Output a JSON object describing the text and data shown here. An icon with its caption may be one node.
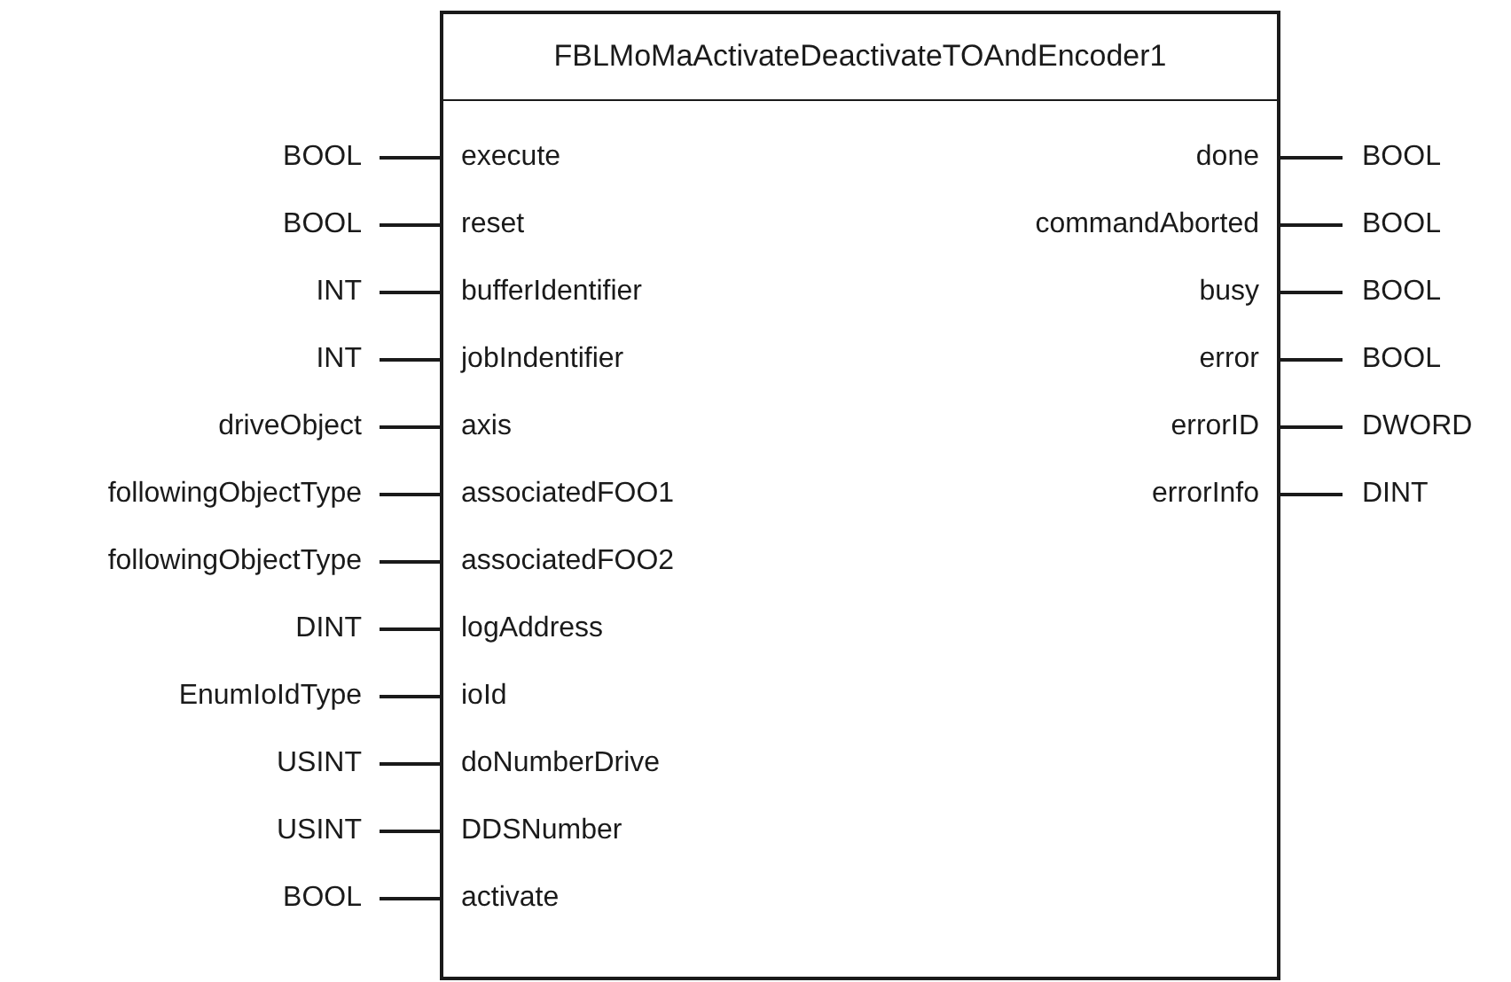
{
  "diagram": {
    "nodes": [
      {
        "text": [
          "FBLMoMaActivateDeactivateTOAndEncoder1"
        ]
      },
      {
        "text": [
          "BOOL"
        ]
      },
      {
        "text": [
          "execute"
        ],
        "in": 0
      },
      {
        "text": [
          "BOOL"
        ]
      },
      {
        "text": [
          "reset"
        ],
        "in": 0
      },
      {
        "text": [
          "INT"
        ]
      },
      {
        "text": [
          "bufferIdentifier"
        ],
        "in": 0
      },
      {
        "text": [
          "INT"
        ]
      },
      {
        "text": [
          "jobIndentifier"
        ],
        "in": 0
      },
      {
        "text": [
          "driveObject"
        ]
      },
      {
        "text": [
          "axis"
        ],
        "in": 0
      },
      {
        "text": [
          "followingObjectType"
        ]
      },
      {
        "text": [
          "associatedFOO1"
        ],
        "in": 0
      },
      {
        "text": [
          "followingObjectType"
        ]
      },
      {
        "text": [
          "associatedFOO2"
        ],
        "in": 0
      },
      {
        "text": [
          "DINT"
        ]
      },
      {
        "text": [
          "logAddress"
        ],
        "in": 0
      },
      {
        "text": [
          "EnumIoIdType"
        ]
      },
      {
        "text": [
          "ioId"
        ],
        "in": 0
      },
      {
        "text": [
          "USINT"
        ]
      },
      {
        "text": [
          "doNumberDrive"
        ],
        "in": 0
      },
      {
        "text": [
          "USINT"
        ]
      },
      {
        "text": [
          "DDSNumber"
        ],
        "in": 0
      },
      {
        "text": [
          "BOOL"
        ]
      },
      {
        "text": [
          "activate"
        ],
        "in": 0
      },
      {
        "text": [
          "done"
        ],
        "in": 0
      },
      {
        "text": [
          "BOOL"
        ]
      },
      {
        "text": [
          "commandAborted"
        ],
        "in": 0
      },
      {
        "text": [
          "BOOL"
        ]
      },
      {
        "text": [
          "busy"
        ],
        "in": 0
      },
      {
        "text": [
          "BOOL"
        ]
      },
      {
        "text": [
          "error"
        ],
        "in": 0
      },
      {
        "text": [
          "BOOL"
        ]
      },
      {
        "text": [
          "errorID"
        ],
        "in": 0
      },
      {
        "text": [
          "DWORD"
        ]
      },
      {
        "text": [
          "errorInfo"
        ],
        "in": 0
      },
      {
        "text": [
          "DINT"
        ]
      }
    ],
    "edges": [
      {
        "from": 1,
        "to": 2,
        "arrow": "none"
      },
      {
        "from": 3,
        "to": 4,
        "arrow": "none"
      },
      {
        "from": 5,
        "to": 6,
        "arrow": "none"
      },
      {
        "from": 7,
        "to": 8,
        "arrow": "none"
      },
      {
        "from": 9,
        "to": 10,
        "arrow": "none"
      },
      {
        "from": 11,
        "to": 12,
        "arrow": "none"
      },
      {
        "from": 13,
        "to": 14,
        "arrow": "none"
      },
      {
        "from": 15,
        "to": 16,
        "arrow": "none"
      },
      {
        "from": 17,
        "to": 18,
        "arrow": "none"
      },
      {
        "from": 19,
        "to": 20,
        "arrow": "none"
      },
      {
        "from": 21,
        "to": 22,
        "arrow": "none"
      },
      {
        "from": 23,
        "to": 24,
        "arrow": "none"
      },
      {
        "from": 25,
        "to": 26,
        "arrow": "none"
      },
      {
        "from": 27,
        "to": 28,
        "arrow": "none"
      },
      {
        "from": 29,
        "to": 30,
        "arrow": "none"
      },
      {
        "from": 31,
        "to": 32,
        "arrow": "none"
      },
      {
        "from": 33,
        "to": 34,
        "arrow": "none"
      },
      {
        "from": 35,
        "to": 36,
        "arrow": "none"
      }
    ]
  }
}
